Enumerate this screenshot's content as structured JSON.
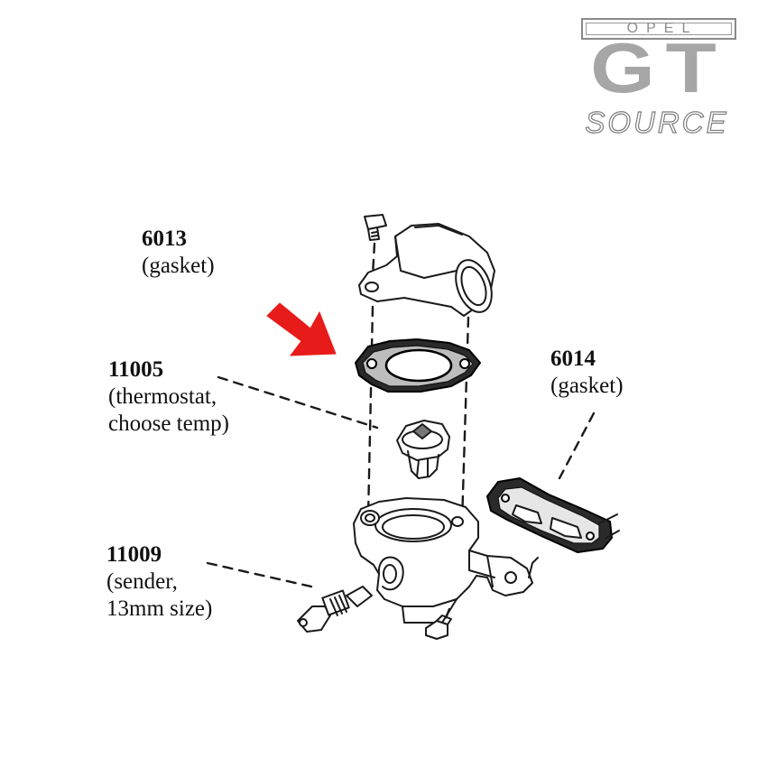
{
  "logo": {
    "line1": "OPEL",
    "line2": "GT",
    "line3": "SOURCE"
  },
  "callouts": [
    {
      "part": "6013",
      "lines": [
        "(gasket)"
      ]
    },
    {
      "part": "11005",
      "lines": [
        "(thermostat,",
        "choose temp)"
      ]
    },
    {
      "part": "6014",
      "lines": [
        "(gasket)"
      ]
    },
    {
      "part": "11009",
      "lines": [
        "(sender,",
        "13mm size)"
      ]
    }
  ],
  "colors": {
    "ink": "#111111",
    "highlight_arrow": "#e81b1b",
    "logo_gray": "#a6a6a6"
  }
}
